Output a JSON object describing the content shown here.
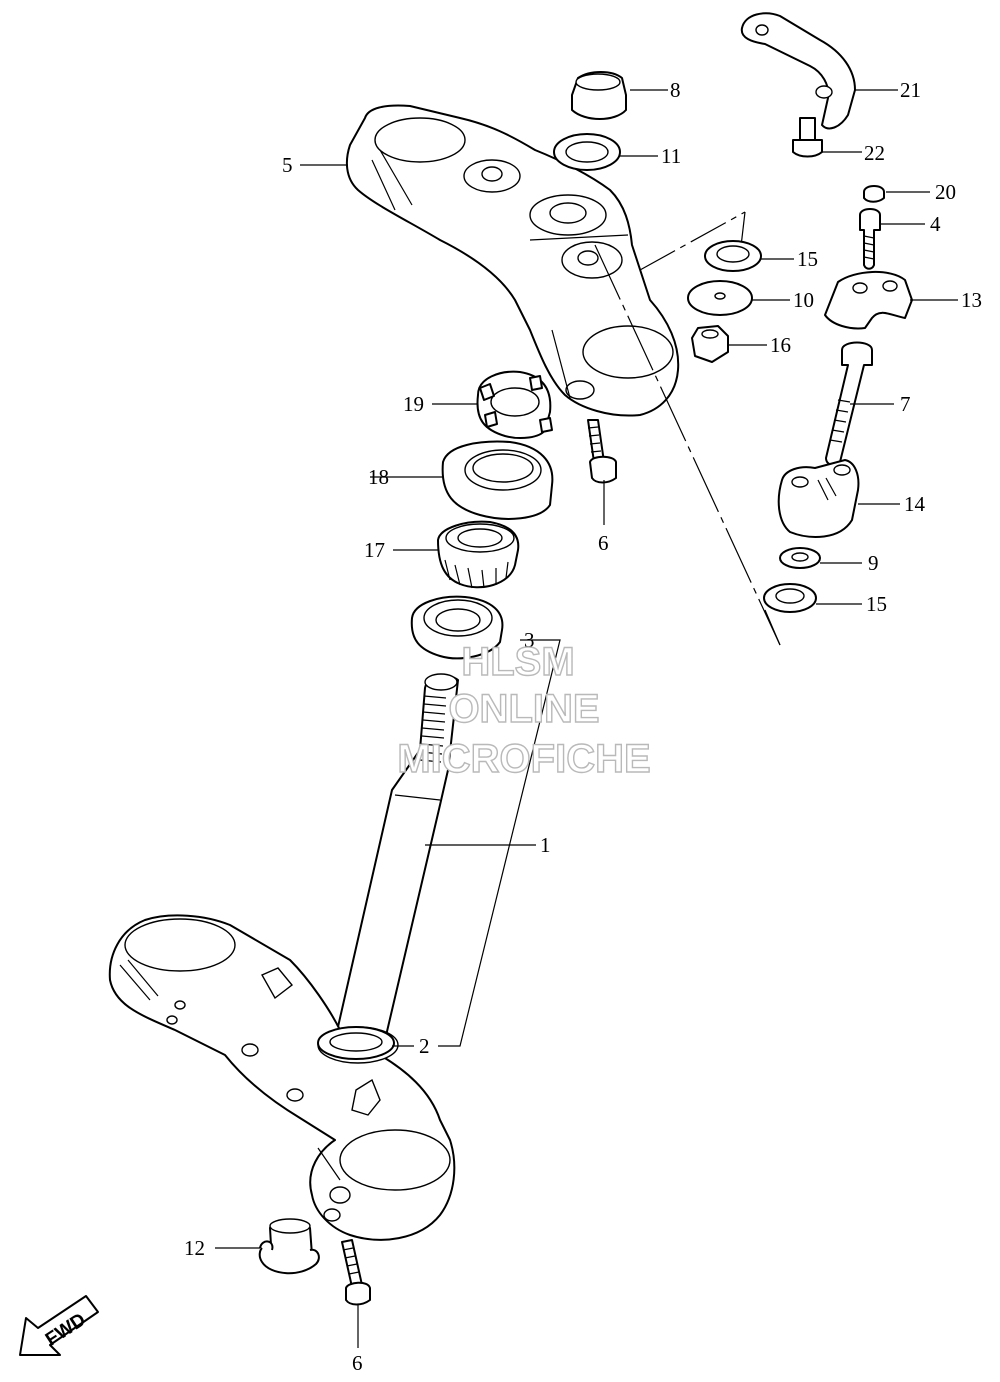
{
  "callouts": [
    {
      "id": "c1",
      "label": "1"
    },
    {
      "id": "c2",
      "label": "2"
    },
    {
      "id": "c3",
      "label": "3"
    },
    {
      "id": "c4",
      "label": "4"
    },
    {
      "id": "c5",
      "label": "5"
    },
    {
      "id": "c6a",
      "label": "6"
    },
    {
      "id": "c6b",
      "label": "6"
    },
    {
      "id": "c7",
      "label": "7"
    },
    {
      "id": "c8",
      "label": "8"
    },
    {
      "id": "c9",
      "label": "9"
    },
    {
      "id": "c10",
      "label": "10"
    },
    {
      "id": "c11",
      "label": "11"
    },
    {
      "id": "c12",
      "label": "12"
    },
    {
      "id": "c13",
      "label": "13"
    },
    {
      "id": "c14",
      "label": "14"
    },
    {
      "id": "c15a",
      "label": "15"
    },
    {
      "id": "c15b",
      "label": "15"
    },
    {
      "id": "c16",
      "label": "16"
    },
    {
      "id": "c17",
      "label": "17"
    },
    {
      "id": "c18",
      "label": "18"
    },
    {
      "id": "c19",
      "label": "19"
    },
    {
      "id": "c20",
      "label": "20"
    },
    {
      "id": "c21",
      "label": "21"
    },
    {
      "id": "c22",
      "label": "22"
    }
  ],
  "watermark": {
    "line1": "HLSM",
    "line2": "ONLINE",
    "line3": "MICROFICHE"
  },
  "fwd_badge": {
    "label": "FWD"
  }
}
